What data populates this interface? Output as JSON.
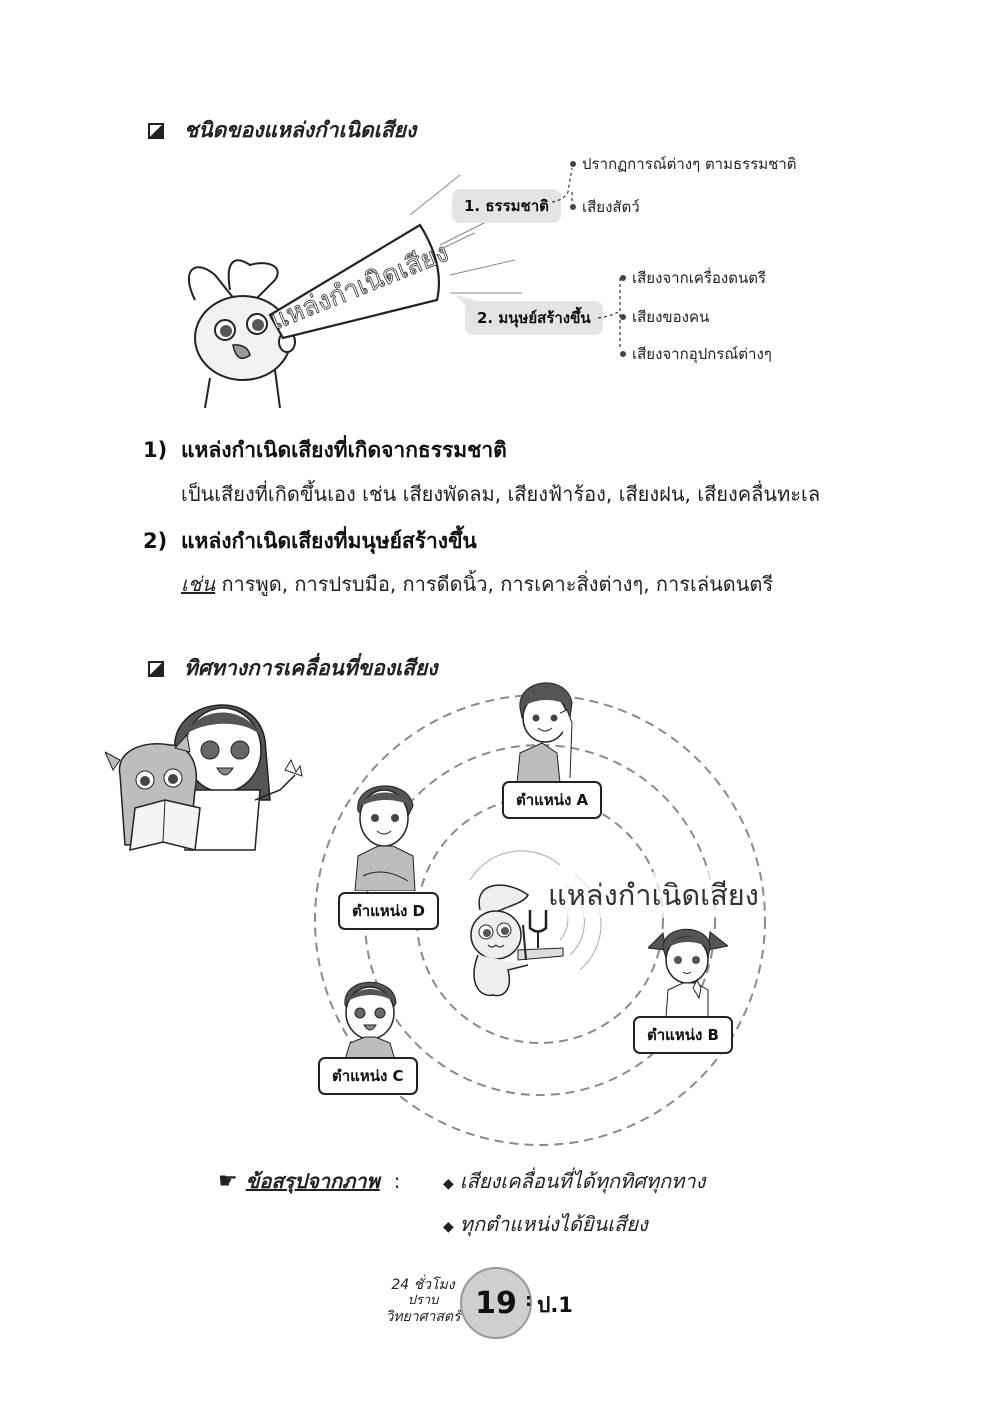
{
  "section1": {
    "heading": "ชนิดของแหล่งกำเนิดเสียง",
    "megaphone_text": "แหล่งกำเนิดเสียง",
    "branches": [
      {
        "label": "1. ธรรมชาติ",
        "leaves": [
          "ปรากฏการณ์ต่างๆ ตามธรรมชาติ",
          "เสียงสัตว์"
        ]
      },
      {
        "label": "2. มนุษย์สร้างขึ้น",
        "leaves": [
          "เสียงจากเครื่องดนตรี",
          "เสียงของคน",
          "เสียงจากอุปกรณ์ต่างๆ"
        ]
      }
    ]
  },
  "items": [
    {
      "number": "1)",
      "title": "แหล่งกำเนิดเสียงที่เกิดจากธรรมชาติ",
      "body": "เป็นเสียงที่เกิดขึ้นเอง เช่น เสียงพัดลม, เสียงฟ้าร้อง, เสียงฝน, เสียงคลื่นทะเล"
    },
    {
      "number": "2)",
      "title": "แหล่งกำเนิดเสียงที่มนุษย์สร้างขึ้น",
      "body_prefix": "เช่น",
      "body": " การพูด, การปรบมือ, การดีดนิ้ว, การเคาะสิ่งต่างๆ, การเล่นดนตรี"
    }
  ],
  "section2": {
    "heading": "ทิศทางการเคลื่อนที่ของเสียง",
    "source_label": "แหล่งกำเนิดเสียง",
    "positions": [
      {
        "id": "A",
        "label": "ตำแหน่ง A"
      },
      {
        "id": "B",
        "label": "ตำแหน่ง B"
      },
      {
        "id": "C",
        "label": "ตำแหน่ง C"
      },
      {
        "id": "D",
        "label": "ตำแหน่ง D"
      }
    ]
  },
  "conclusion": {
    "label": "ข้อสรุปจากภาพ",
    "colon": ":",
    "points": [
      "เสียงเคลื่อนที่ได้ทุกทิศทุกทาง",
      "ทุกตำแหน่งได้ยินเสียง"
    ]
  },
  "footer": {
    "book_line1": "24 ชั่วโมง",
    "book_line2": "ปราบ",
    "book_line3": "วิทยาศาสตร์",
    "page_number": "19",
    "grade": "ป.1"
  },
  "colors": {
    "pill_bg": "#e4e4e4",
    "circle_dash": "#8a8a8a",
    "page_circle": "#cfcfcf"
  }
}
